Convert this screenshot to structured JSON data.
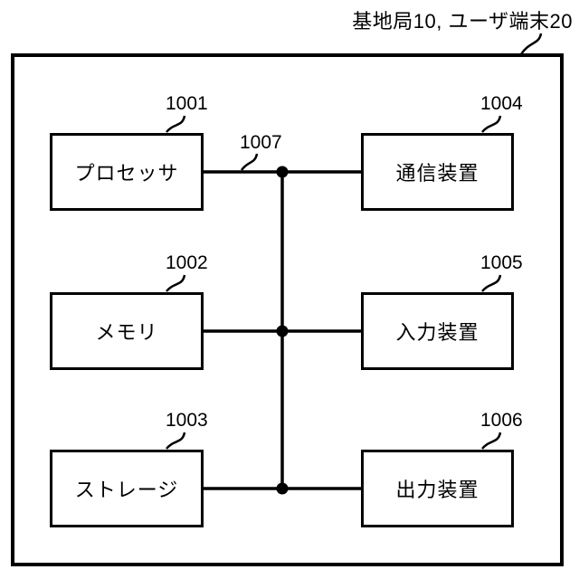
{
  "diagram": {
    "caption": "基地局10, ユーザ端末20",
    "bus": {
      "ref": "1007"
    },
    "components": [
      {
        "ref": "1001",
        "label": "プロセッサ"
      },
      {
        "ref": "1002",
        "label": "メモリ"
      },
      {
        "ref": "1003",
        "label": "ストレージ"
      },
      {
        "ref": "1004",
        "label": "通信装置"
      },
      {
        "ref": "1005",
        "label": "入力装置"
      },
      {
        "ref": "1006",
        "label": "出力装置"
      }
    ],
    "colors": {
      "line": "#000000",
      "background": "#ffffff"
    }
  }
}
